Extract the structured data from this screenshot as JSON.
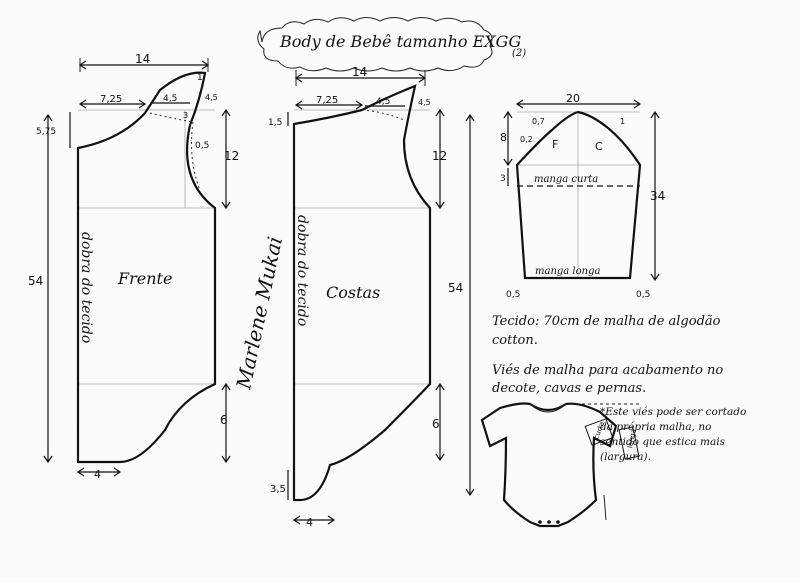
{
  "title": {
    "main": "Body de Bebê tamanho EXGG",
    "sub": "(2)"
  },
  "front": {
    "width_top": "14",
    "shoulder_offset": "7,25",
    "neck_width": "4,5",
    "shoulder_drop": "1",
    "neck_drop_right": "4,5",
    "neck_depth": "5,75",
    "armhole_curve": "0,5",
    "armhole_depth": "12",
    "total_length": "54",
    "crotch_height": "6",
    "bottom_width": "4",
    "fold_label": "dobra do tecido",
    "name": "Frente",
    "small_mark": "3"
  },
  "back": {
    "width_top": "14",
    "shoulder_offset": "7,25",
    "neck_width": "4,5",
    "neck_drop_right": "4,5",
    "neck_depth": "1,5",
    "armhole_depth": "12",
    "total_length": "54",
    "crotch_height": "6",
    "bottom_extra": "3,5",
    "bottom_width": "4",
    "fold_label": "dobra do tecido",
    "name": "Costas"
  },
  "sleeve": {
    "width": "20",
    "cap_height": "8",
    "short_length": "3",
    "total_length": "34",
    "cap_front": "0,7",
    "cap_back": "1",
    "cap_side": "0,2",
    "front_letter": "F",
    "back_letter": "C",
    "short_label": "manga curta",
    "long_label": "manga longa",
    "hem_left": "0,5",
    "hem_right": "0,5"
  },
  "notes": {
    "fabric": "Tecido: 70cm de malha de algodão cotton.",
    "bias": "Viés de malha para acabamento no decote, cavas e pernas.",
    "bias_note": "*Este viés pode ser cortado da própria malha, no sentido que estica mais (largura).",
    "label_short": "curta",
    "label_long": "longa"
  },
  "signature": "Marlene Mukai"
}
